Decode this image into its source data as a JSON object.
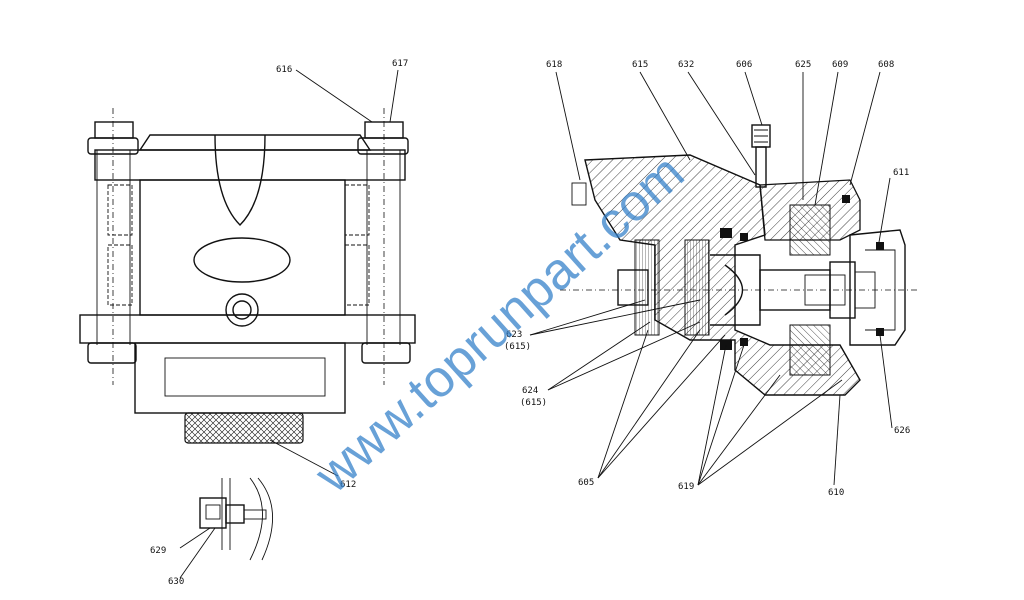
{
  "labels": {
    "l616": "616",
    "l617": "617",
    "l612": "612",
    "l629": "629",
    "l630": "630",
    "l618": "618",
    "l615": "615",
    "l632": "632",
    "l606": "606",
    "l625": "625",
    "l609": "609",
    "l608": "608",
    "l611": "611",
    "l623": "623",
    "l623b": "(615)",
    "l624": "624",
    "l624b": "(615)",
    "l605": "605",
    "l619": "619",
    "l610": "610",
    "l626": "626"
  },
  "watermark": "www.toprunpart.com",
  "colors": {
    "line": "#111111",
    "watermark": "#2f7dc8",
    "background": "#ffffff"
  }
}
